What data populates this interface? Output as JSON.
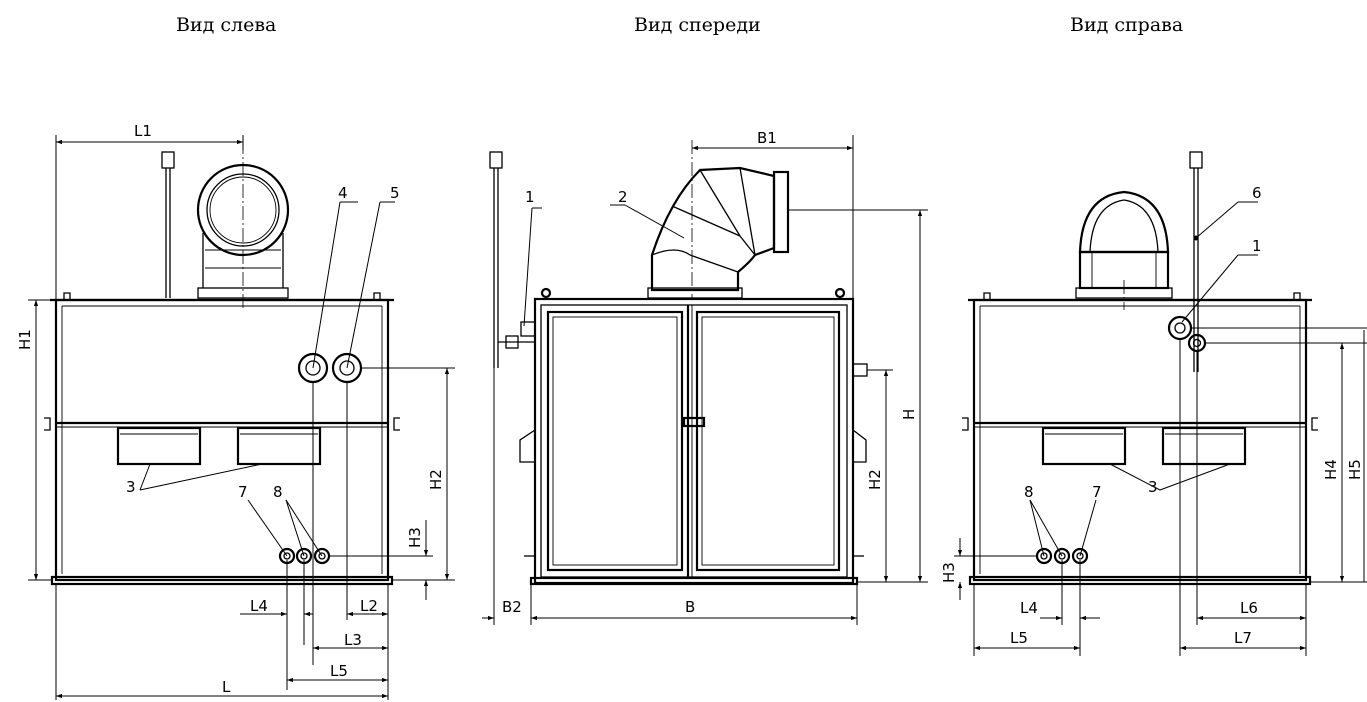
{
  "views": {
    "left": "Вид слева",
    "front": "Вид спереди",
    "right": "Вид справа"
  },
  "left_view": {
    "callouts": [
      "4",
      "5",
      "3",
      "7",
      "8"
    ],
    "dims": [
      "L1",
      "H1",
      "H2",
      "H3",
      "L4",
      "L2",
      "L3",
      "L5",
      "L"
    ]
  },
  "front_view": {
    "callouts": [
      "1",
      "2"
    ],
    "dims": [
      "B1",
      "H",
      "H2",
      "B2",
      "B"
    ]
  },
  "right_view": {
    "callouts": [
      "6",
      "1",
      "3",
      "8",
      "7"
    ],
    "dims": [
      "H4",
      "H5",
      "H3",
      "L4",
      "L5",
      "L6",
      "L7"
    ]
  }
}
